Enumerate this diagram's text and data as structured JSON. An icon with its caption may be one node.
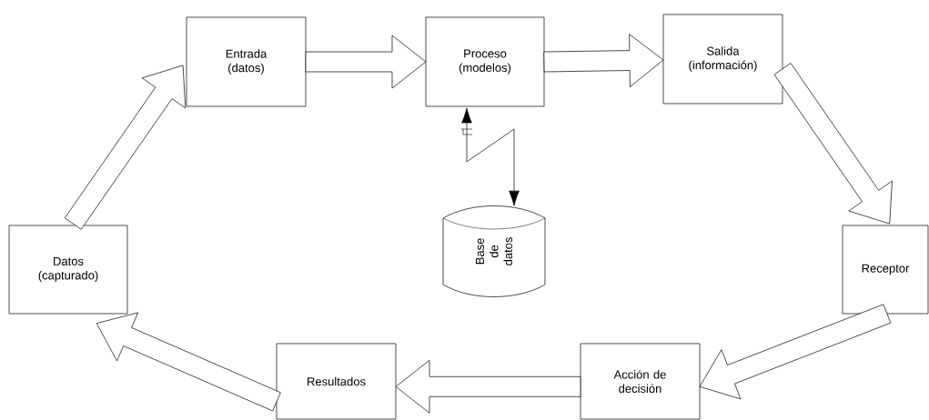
{
  "diagram": {
    "nodes": [
      {
        "text": [
          "Entrada (datos)"
        ]
      },
      {
        "text": [
          "Proceso (modelos)"
        ]
      },
      {
        "text": [
          "Salida (información)"
        ]
      },
      {
        "text": [
          "Datos (capturado)"
        ]
      },
      {
        "text": [
          "Base de datos"
        ]
      },
      {
        "text": [
          "Receptor"
        ]
      },
      {
        "text": [
          "Resultados"
        ]
      },
      {
        "text": [
          "Acción de decisión"
        ]
      }
    ],
    "edges": [
      {
        "from": 3,
        "to": 0,
        "arrow": "to"
      },
      {
        "from": 0,
        "to": 1,
        "arrow": "to"
      },
      {
        "from": 1,
        "to": 2,
        "arrow": "to"
      },
      {
        "from": 2,
        "to": 5,
        "arrow": "to"
      },
      {
        "from": 5,
        "to": 7,
        "arrow": "to"
      },
      {
        "from": 7,
        "to": 6,
        "arrow": "to"
      },
      {
        "from": 6,
        "to": 3,
        "arrow": "to"
      },
      {
        "from": 1,
        "to": 4,
        "arrow": "both"
      }
    ]
  }
}
